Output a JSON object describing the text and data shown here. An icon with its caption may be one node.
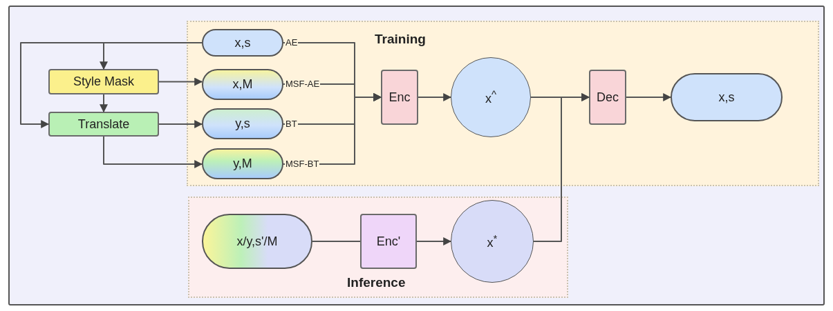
{
  "diagram": {
    "nodes": [
      {
        "text": [
          "Training"
        ]
      },
      {
        "text": [
          "Inference"
        ]
      },
      {
        "text": [
          "x,s"
        ],
        "in": 0
      },
      {
        "text": [
          "Style Mask"
        ]
      },
      {
        "text": [
          "x,M"
        ],
        "in": 0
      },
      {
        "text": [
          "Translate"
        ]
      },
      {
        "text": [
          "y,s"
        ],
        "in": 0
      },
      {
        "text": [
          "y,M"
        ],
        "in": 0
      },
      {
        "text": [
          "Enc"
        ],
        "in": 0
      },
      {
        "text": [
          "x$^{^}$"
        ],
        "in": 0
      },
      {
        "text": [
          "Dec"
        ],
        "in": 0
      },
      {
        "text": [
          "x,s"
        ],
        "in": 0
      },
      {
        "text": [
          "x/y,s'/M"
        ],
        "in": 1
      },
      {
        "text": [
          "Enc'"
        ],
        "in": 1
      },
      {
        "text": [
          "x$^{*}$"
        ],
        "in": 1
      }
    ],
    "edges": [
      {
        "from": 2,
        "to": 3,
        "arrow": "to"
      },
      {
        "from": 2,
        "to": 5,
        "arrow": "to"
      },
      {
        "from": 3,
        "to": 5,
        "arrow": "to"
      },
      {
        "from": 3,
        "to": 4,
        "arrow": "to"
      },
      {
        "from": 5,
        "to": 6,
        "arrow": "to"
      },
      {
        "from": 5,
        "to": 7,
        "arrow": "to"
      },
      {
        "from": 2,
        "to": 8,
        "arrow": "to",
        "label": "AE"
      },
      {
        "from": 4,
        "to": 8,
        "arrow": "to",
        "label": "MSF-AE"
      },
      {
        "from": 6,
        "to": 8,
        "arrow": "to",
        "label": "BT"
      },
      {
        "from": 7,
        "to": 8,
        "arrow": "to",
        "label": "MSF-BT"
      },
      {
        "from": 8,
        "to": 9,
        "arrow": "to"
      },
      {
        "from": 9,
        "to": 10,
        "arrow": "to"
      },
      {
        "from": 14,
        "to": 10,
        "arrow": "to"
      },
      {
        "from": 10,
        "to": 11,
        "arrow": "to"
      },
      {
        "from": 12,
        "to": 13,
        "arrow": "none"
      },
      {
        "from": 13,
        "to": 14,
        "arrow": "to"
      }
    ]
  }
}
